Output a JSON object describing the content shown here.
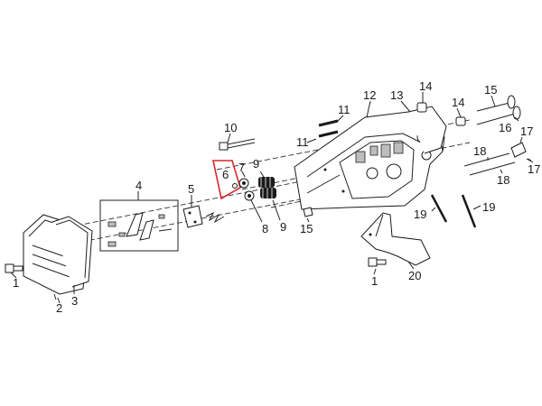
{
  "diagram": {
    "highlight_color": "#d9262b",
    "callouts": [
      {
        "id": "c1a",
        "text": "1"
      },
      {
        "id": "c1b",
        "text": "1"
      },
      {
        "id": "c2",
        "text": "2"
      },
      {
        "id": "c3",
        "text": "3"
      },
      {
        "id": "c4",
        "text": "4"
      },
      {
        "id": "c5",
        "text": "5"
      },
      {
        "id": "c6",
        "text": "6"
      },
      {
        "id": "c7",
        "text": "7"
      },
      {
        "id": "c8",
        "text": "8"
      },
      {
        "id": "c9a",
        "text": "9"
      },
      {
        "id": "c9b",
        "text": "9"
      },
      {
        "id": "c10",
        "text": "10"
      },
      {
        "id": "c11a",
        "text": "11"
      },
      {
        "id": "c11b",
        "text": "11"
      },
      {
        "id": "c12",
        "text": "12"
      },
      {
        "id": "c13",
        "text": "13"
      },
      {
        "id": "c14a",
        "text": "14"
      },
      {
        "id": "c14b",
        "text": "14"
      },
      {
        "id": "c15a",
        "text": "15"
      },
      {
        "id": "c15b",
        "text": "15"
      },
      {
        "id": "c16",
        "text": "16"
      },
      {
        "id": "c17a",
        "text": "17"
      },
      {
        "id": "c17b",
        "text": "17"
      },
      {
        "id": "c18a",
        "text": "18"
      },
      {
        "id": "c18b",
        "text": "18"
      },
      {
        "id": "c19a",
        "text": "19"
      },
      {
        "id": "c19b",
        "text": "19"
      },
      {
        "id": "c20",
        "text": "20"
      }
    ]
  }
}
